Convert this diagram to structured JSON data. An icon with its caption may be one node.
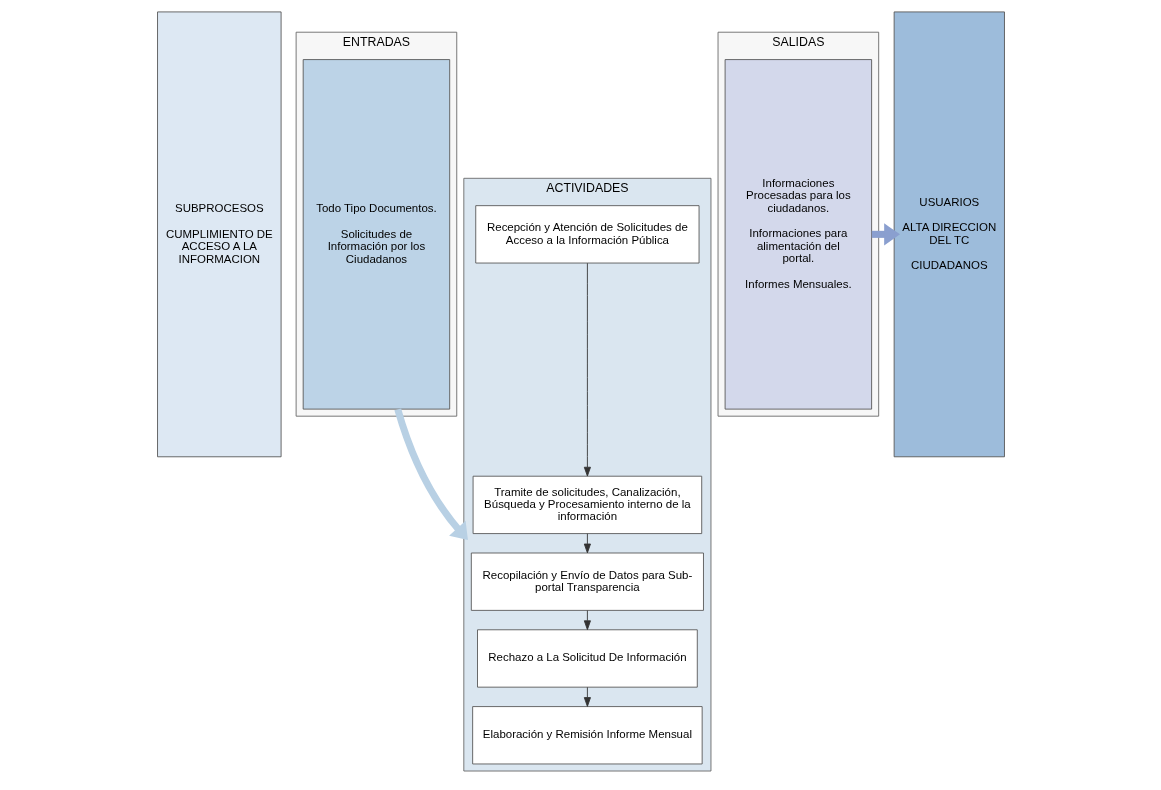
{
  "diagram": {
    "nodes": [
      {
        "text": [
          "SUBPROCESOS",
          "CUMPLIMIENTO DE ACCESO A LA INFORMACION"
        ]
      },
      {
        "text": [
          "ENTRADAS"
        ]
      },
      {
        "text": [
          "Todo Tipo Documentos.",
          "Solicitudes de Información por los Ciudadanos"
        ],
        "in": 1
      },
      {
        "text": [
          "ACTIVIDADES"
        ]
      },
      {
        "text": [
          "Recepción y Atención de Solicitudes de Acceso a la Información Pública"
        ],
        "in": 3
      },
      {
        "text": [
          "Tramite de solicitudes, Canalización, Búsqueda y Procesamiento interno de la información"
        ],
        "in": 3
      },
      {
        "text": [
          "Recopilación y Envío de Datos para Sub-portal Transparencia"
        ],
        "in": 3
      },
      {
        "text": [
          "Rechazo a La Solicitud De Información"
        ],
        "in": 3
      },
      {
        "text": [
          "Elaboración y Remisión Informe Mensual"
        ],
        "in": 3
      },
      {
        "text": [
          "SALIDAS"
        ]
      },
      {
        "text": [
          "Informaciones Procesadas para los ciudadanos.",
          "Informaciones para alimentación del portal.",
          "Informes Mensuales."
        ],
        "in": 9
      },
      {
        "text": [
          "USUARIOS",
          "ALTA DIRECCION DEL TC",
          "CIUDADANOS"
        ]
      }
    ],
    "edges": [
      {
        "from": 4,
        "to": 5,
        "arrow": "to"
      },
      {
        "from": 5,
        "to": 6,
        "arrow": "to"
      },
      {
        "from": 6,
        "to": 7,
        "arrow": "to"
      },
      {
        "from": 7,
        "to": 8,
        "arrow": "to"
      },
      {
        "from": 2,
        "to": 3,
        "arrow": "to",
        "style": "thick",
        "color": "#b8d0e4"
      },
      {
        "from": 10,
        "to": 11,
        "arrow": "to",
        "style": "thick",
        "color": "#8a9fcf"
      }
    ]
  }
}
